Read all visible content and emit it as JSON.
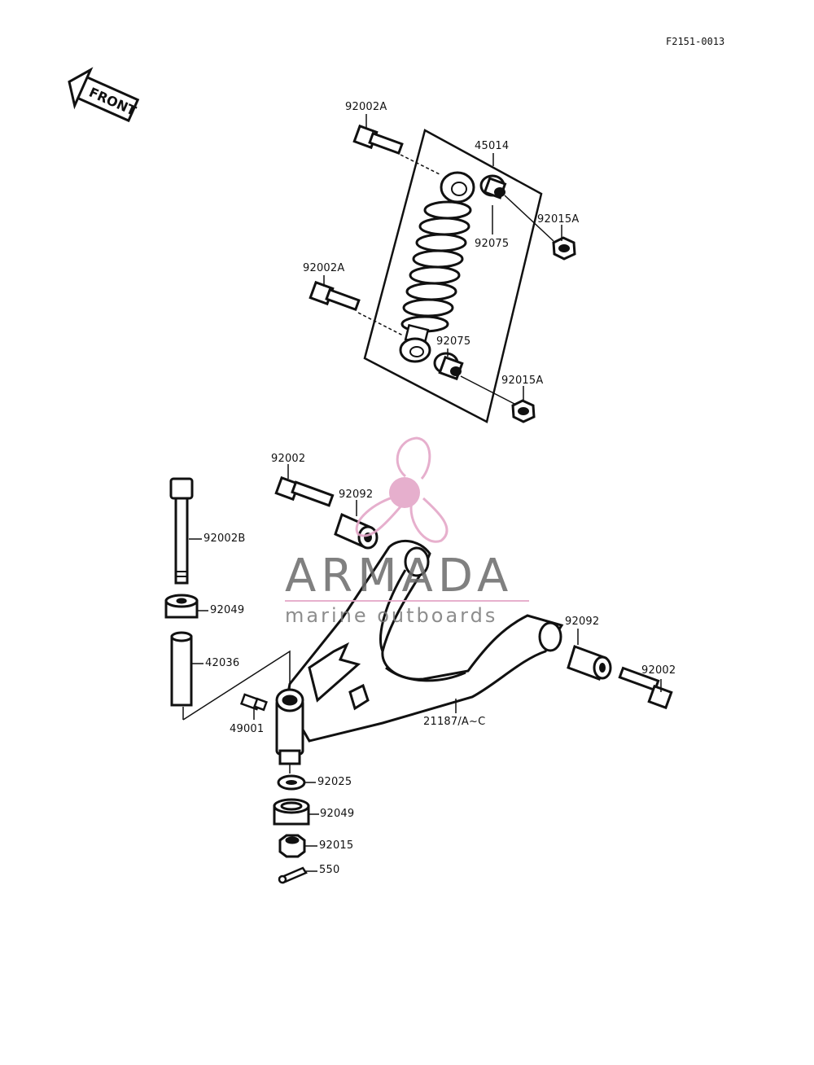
{
  "diagram_code": "F2151-0013",
  "front_arrow_label": "FRONT",
  "watermark": {
    "brand": "ARMADA",
    "tagline": "marine outboards",
    "accent_color": "#e4a7c8",
    "text_color": "#6a6a6a"
  },
  "parts": {
    "bolt_upper_shock": "92002A",
    "shock_absorber": "45014",
    "nut_upper_shock": "92015A",
    "bush_upper_shock": "92075",
    "bolt_lower_shock": "92002A",
    "bush_lower_shock": "92075",
    "nut_lower_shock": "92015A",
    "bolt_arm_front": "92002",
    "bush_arm_front": "92092",
    "bolt_kingpin": "92002B",
    "collar_upper": "92049",
    "pipe_kingpin": "42036",
    "grease_nipple": "49001",
    "suspension_arm": "21187/A~C",
    "bush_arm_rear": "92092",
    "bolt_arm_rear": "92002",
    "washer": "92025",
    "collar_lower": "92049",
    "nut_kingpin": "92015",
    "cotter_pin": "550"
  }
}
